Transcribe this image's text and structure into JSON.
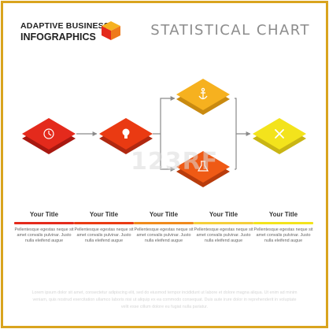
{
  "brand": {
    "line1": "ADAPTIVE BUSINESS",
    "line2": "INFOGRAPHICS"
  },
  "header": {
    "title": "STATISTICAL CHART"
  },
  "colors": {
    "frame": "#d9a41e",
    "step1": "#e42a1c",
    "step2": "#ea3a12",
    "step3": "#f6b11f",
    "step4": "#ef5a15",
    "step5": "#f3e31c"
  },
  "diagram": {
    "nodes": [
      {
        "id": "step1",
        "icon": "clock-icon",
        "color": "#e42a1c"
      },
      {
        "id": "step2",
        "icon": "lightbulb-icon",
        "color": "#ea3a12"
      },
      {
        "id": "step3",
        "icon": "anchor-icon",
        "color": "#f6b11f"
      },
      {
        "id": "step4",
        "icon": "flask-icon",
        "color": "#ef5a15"
      },
      {
        "id": "step5",
        "icon": "tools-icon",
        "color": "#f3e31c"
      }
    ],
    "edges": [
      {
        "from": "step1",
        "to": "step2"
      },
      {
        "from": "step2",
        "to": "step3"
      },
      {
        "from": "step2",
        "to": "step4"
      },
      {
        "from": "step3",
        "to": "step5"
      },
      {
        "from": "step4",
        "to": "step5"
      }
    ]
  },
  "watermark": "123RF",
  "columns": [
    {
      "title": "Your Title",
      "color": "#e42a1c",
      "text": "Pellentesque egestas neque sit amet convalis pulvinar. Justo nulla eleifend augue"
    },
    {
      "title": "Your Title",
      "color": "#ea3a12",
      "text": "Pellentesque egestas neque sit amet convalis pulvinar. Justo nulla eleifend augue"
    },
    {
      "title": "Your Title",
      "color": "#f08a1c",
      "text": "Pellentesque egestas neque sit amet convalis pulvinar. Justo nulla eleifend augue"
    },
    {
      "title": "Your Title",
      "color": "#f5cf3a",
      "text": "Pellentesque egestas neque sit amet convalis pulvinar. Justo nulla eleifend augue"
    },
    {
      "title": "Your Title",
      "color": "#f3e31c",
      "text": "Pellentesque egestas neque sit amet convalis pulvinar. Justo nulla eleifend augue"
    }
  ],
  "footer": {
    "text": "Lorem ipsum dolor sit amet, consectetur adipiscing elit, sed do eiusmod tempor incididunt ut labore et dolore magna aliqua. Ut enim ad minim veniam, quis nostrud exercitation ullamco laboris nisi ut aliquip ex ea commodo consequat. Duis aute irure dolor in reprehenderit in voluptate velit esse cillum dolore eu fugiat nulla pariatur."
  }
}
